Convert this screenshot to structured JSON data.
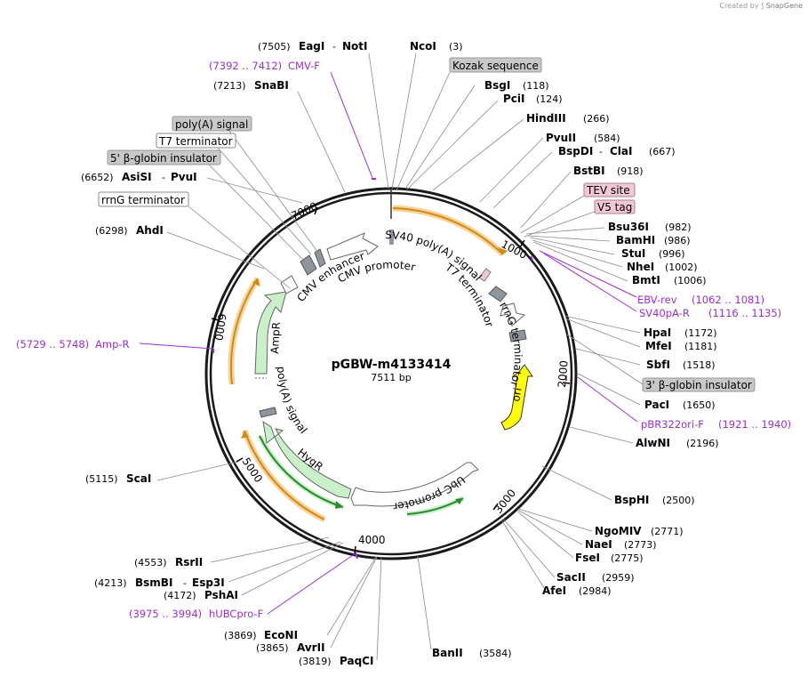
{
  "credit": {
    "prefix": "Created by",
    "brand": "SnapGene"
  },
  "plasmid": {
    "name": "pGBW-m4133414",
    "length_label": "7511 bp"
  },
  "ticks": [
    "1000",
    "2000",
    "3000",
    "4000",
    "5000",
    "6000",
    "7000"
  ],
  "enzymes": {
    "eagI_notI_pos": "(7505)",
    "eagI": "EagI",
    "notI": "NotI",
    "ncoI": "NcoI",
    "ncoI_pos": "(3)",
    "snaBI_pos": "(7213)",
    "snaBI": "SnaBI",
    "bsgI": "BsgI",
    "bsgI_pos": "(118)",
    "pciI": "PciI",
    "pciI_pos": "(124)",
    "hindIII": "HindIII",
    "hindIII_pos": "(266)",
    "asiSI_pvuI_pos": "(6652)",
    "asiSI": "AsiSI",
    "pvuI": "PvuI",
    "pvuII": "PvuII",
    "pvuII_pos": "(584)",
    "bspDI": "BspDI",
    "claI": "ClaI",
    "bspDI_claI_pos": "(667)",
    "bstBI": "BstBI",
    "bstBI_pos": "(918)",
    "ahdI_pos": "(6298)",
    "ahdI": "AhdI",
    "bsu36I": "Bsu36I",
    "bsu36I_pos": "(982)",
    "bamHI": "BamHI",
    "bamHI_pos": "(986)",
    "stuI": "StuI",
    "stuI_pos": "(996)",
    "nheI": "NheI",
    "nheI_pos": "(1002)",
    "bmtI": "BmtI",
    "bmtI_pos": "(1006)",
    "hpaI": "HpaI",
    "hpaI_pos": "(1172)",
    "mfeI": "MfeI",
    "mfeI_pos": "(1181)",
    "sbfI": "SbfI",
    "sbfI_pos": "(1518)",
    "pacI": "PacI",
    "pacI_pos": "(1650)",
    "alwNI": "AlwNI",
    "alwNI_pos": "(2196)",
    "bspHI": "BspHI",
    "bspHI_pos": "(2500)",
    "ngoMIV": "NgoMIV",
    "ngoMIV_pos": "(2771)",
    "naeI": "NaeI",
    "naeI_pos": "(2773)",
    "fseI": "FseI",
    "fseI_pos": "(2775)",
    "sacII": "SacII",
    "sacII_pos": "(2959)",
    "afeI": "AfeI",
    "afeI_pos": "(2984)",
    "banII": "BanII",
    "banII_pos": "(3584)",
    "scaI_pos": "(5115)",
    "scaI": "ScaI",
    "rsrII_pos": "(4553)",
    "rsrII": "RsrII",
    "bsmBI_esp3I_pos": "(4213)",
    "bsmBI": "BsmBI",
    "esp3I": "Esp3I",
    "pshAI_pos": "(4172)",
    "pshAI": "PshAI",
    "ecoNI_pos": "(3869)",
    "ecoNI": "EcoNI",
    "avrII_pos": "(3865)",
    "avrII": "AvrII",
    "paqCI_pos": "(3819)",
    "paqCI": "PaqCI"
  },
  "primers": {
    "cmv_f": "CMV-F",
    "cmv_f_range": "(7392 .. 7412)",
    "ebv_rev": "EBV-rev",
    "ebv_rev_range": "(1062 .. 1081)",
    "sv40pa_r": "SV40pA-R",
    "sv40pa_r_range": "(1116 .. 1135)",
    "amp_r": "Amp-R",
    "amp_r_range": "(5729 .. 5748)",
    "pbr322ori_f": "pBR322ori-F",
    "pbr322ori_f_range": "(1921 .. 1940)",
    "hubcpro_f": "hUBCpro-F",
    "hubcpro_f_range": "(3975 .. 3994)"
  },
  "boxed_features": {
    "kozak": "Kozak sequence",
    "polya_signal": "poly(A) signal",
    "t7_terminator": "T7 terminator",
    "beta_globin_5": "5' β-globin insulator",
    "rrng_terminator": "rrnG terminator",
    "tev_site": "TEV site",
    "v5_tag": "V5 tag",
    "beta_globin_3": "3' β-globin insulator"
  },
  "inner_features": {
    "sv40_polya": "SV40 poly(A) signal",
    "t7_term": "T7 terminator",
    "rrng_term": "rrnG terminator",
    "ori": "ori",
    "ubc_promoter": "UbC promoter",
    "hygr": "HygR",
    "polya_signal": "poly(A) signal",
    "ampr": "AmpR",
    "cmv_enhancer": "CMV enhancer",
    "cmv_promoter": "CMV promoter"
  },
  "colors": {
    "backbone": "#1a1a1a",
    "orf": "#e6a33c",
    "primer": "#9a2fcf",
    "resistance": "#c9f0c9",
    "ori": "#ffff00",
    "tag_fill": "#f2c8d8",
    "grey_box": "#c8c8c8",
    "misc_feature": "#8e959e"
  }
}
